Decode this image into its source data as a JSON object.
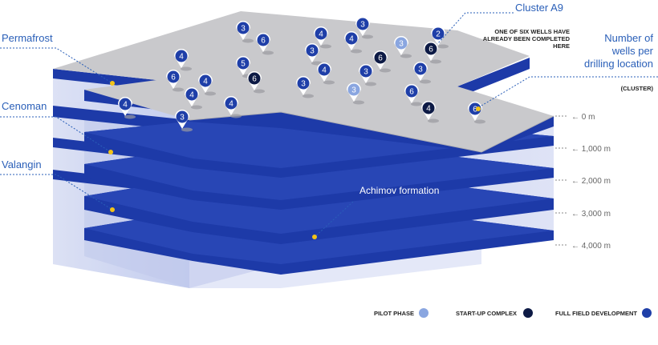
{
  "labels": {
    "permafrost": "Permafrost",
    "cenoman": "Cenoman",
    "valangin": "Valangin",
    "achimov": "Achimov formation",
    "cluster": "Cluster A9",
    "note_line1": "ONE OF SIX WELLS HAVE",
    "note_line2": "ALREADY BEEN COMPLETED",
    "note_line3": "HERE",
    "wells_line1": "Number of",
    "wells_line2": "wells per",
    "wells_line3": "drilling location",
    "cluster_note": "(CLUSTER)"
  },
  "depths": [
    "0 m",
    "1,000 m",
    "2,000 m",
    "3,000 m",
    "4,000 m"
  ],
  "legend": {
    "pilot": "PILOT PHASE",
    "startup": "START-UP COMPLEX",
    "full": "FULL FIELD DEVELOPMENT"
  },
  "colors": {
    "pilot": "#8aa6e0",
    "startup": "#0d1a45",
    "full": "#1f3fa8",
    "label": "#2a5fb8",
    "top": "#c9c9cc",
    "layer": "#1d3aa8"
  },
  "pins": [
    {
      "n": "3",
      "phase": "full"
    },
    {
      "n": "6",
      "phase": "full"
    },
    {
      "n": "4",
      "phase": "full"
    },
    {
      "n": "4",
      "phase": "full"
    },
    {
      "n": "3",
      "phase": "full"
    },
    {
      "n": "2",
      "phase": "full"
    },
    {
      "n": "4",
      "phase": "full"
    },
    {
      "n": "3",
      "phase": "pilot"
    },
    {
      "n": "6",
      "phase": "startup"
    },
    {
      "n": "3",
      "phase": "full"
    },
    {
      "n": "6",
      "phase": "startup"
    },
    {
      "n": "5",
      "phase": "full"
    },
    {
      "n": "3",
      "phase": "full"
    },
    {
      "n": "6",
      "phase": "startup"
    },
    {
      "n": "4",
      "phase": "full"
    },
    {
      "n": "3",
      "phase": "full"
    },
    {
      "n": "6",
      "phase": "full"
    },
    {
      "n": "4",
      "phase": "full"
    },
    {
      "n": "3",
      "phase": "full"
    },
    {
      "n": "4",
      "phase": "full"
    },
    {
      "n": "3",
      "phase": "pilot"
    },
    {
      "n": "6",
      "phase": "full"
    },
    {
      "n": "4",
      "phase": "full"
    },
    {
      "n": "4",
      "phase": "full"
    },
    {
      "n": "4",
      "phase": "startup"
    },
    {
      "n": "6",
      "phase": "full"
    },
    {
      "n": "3",
      "phase": "full"
    }
  ]
}
